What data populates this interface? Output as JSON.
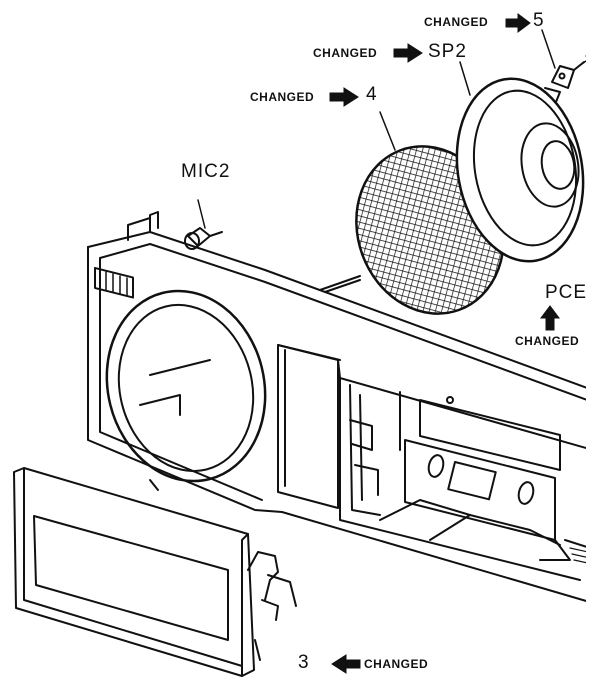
{
  "callouts": [
    {
      "id": "5",
      "part_label": "5",
      "status": "CHANGED"
    },
    {
      "id": "sp2",
      "part_label": "SP2",
      "status": "CHANGED"
    },
    {
      "id": "4",
      "part_label": "4",
      "status": "CHANGED"
    },
    {
      "id": "mic2",
      "part_label": "MIC2"
    },
    {
      "id": "pcb",
      "part_label": "PCE",
      "status": "CHANGED"
    },
    {
      "id": "3",
      "part_label": "3",
      "status": "CHANGED"
    }
  ],
  "colors": {
    "ink": "#111111",
    "paper": "#ffffff"
  }
}
